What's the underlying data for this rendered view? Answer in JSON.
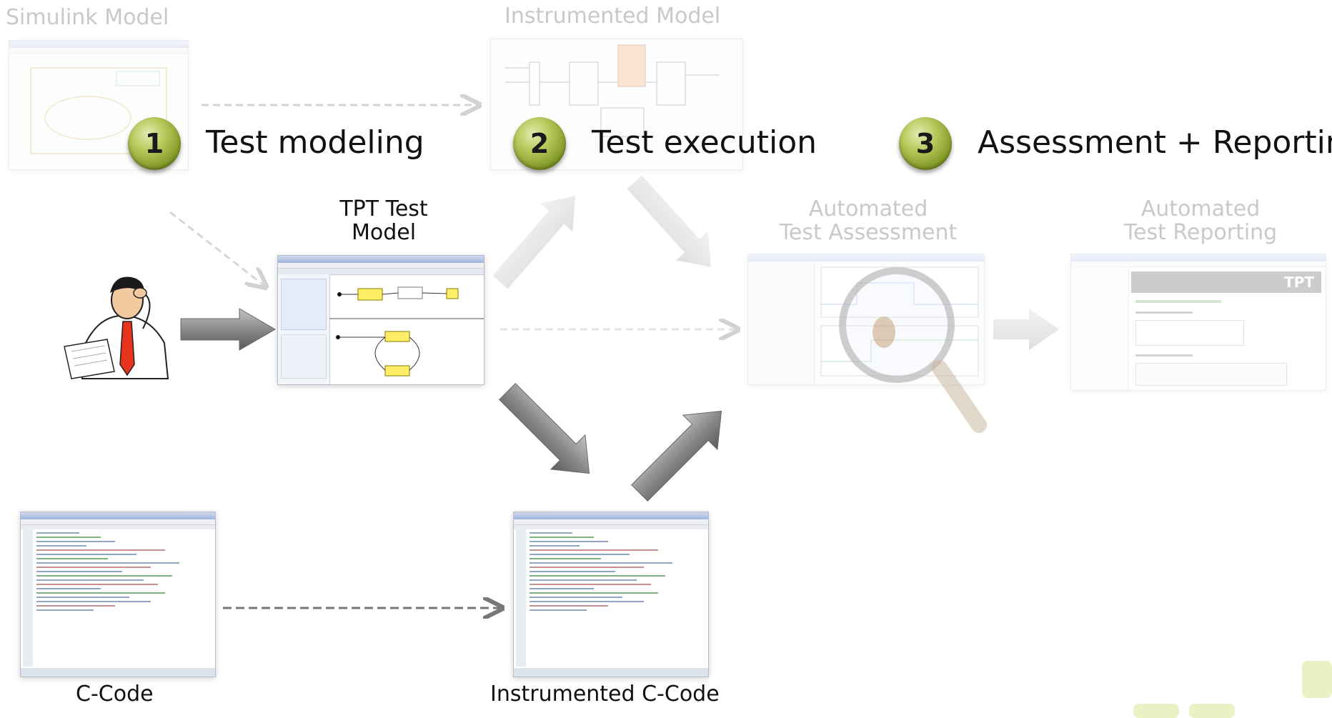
{
  "labels": {
    "simulink_model": "Simulink Model",
    "instrumented_model": "Instrumented Model",
    "tpt_test_model": "TPT Test\nModel",
    "automated_assessment": "Automated\nTest Assessment",
    "automated_reporting": "Automated\nTest Reporting",
    "c_code": "C-Code",
    "instrumented_c_code": "Instrumented C-Code"
  },
  "steps": [
    {
      "number": "1",
      "label": "Test modeling"
    },
    {
      "number": "2",
      "label": "Test execution"
    },
    {
      "number": "3",
      "label": "Assessment + Reporting"
    }
  ],
  "reporting_logo": "TPT",
  "colors": {
    "badge_green": "#9bb23a",
    "arrow_dark": "#7a7a7a",
    "arrow_faded": "#d8d8d8",
    "label_faded": "#c9c9c9",
    "label_dark": "#111111"
  }
}
